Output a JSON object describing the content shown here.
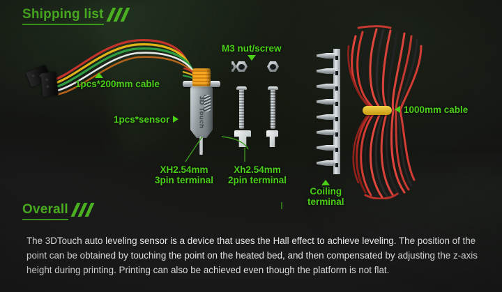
{
  "headings": {
    "shipping": "Shipping list",
    "overall": "Overall"
  },
  "labels": {
    "cable_200mm": "1pcs*200mm cable",
    "sensor": "1pcs*sensor",
    "m3_nut_screw": "M3 nut/screw",
    "cable_1000mm": "1000mm cable",
    "xh_3pin_line1": "XH2.54mm",
    "xh_3pin_line2": "3pin terminal",
    "xh_2pin_line1": "Xh2.54mm",
    "xh_2pin_line2": "2pin terminal",
    "coiling_line1": "Coiling",
    "coiling_line2": "terminal"
  },
  "product": {
    "sensor_body_text": "3D Touch"
  },
  "overall": {
    "paragraph": "The 3DTouch auto leveling sensor is a device that uses the Hall effect to achieve leveling. The position of the point can be obtained by touching the point on the heated bed, and then compensated by adjusting the z-axis height during printing. Printing can also be achieved even though the platform is not flat."
  },
  "colors": {
    "accent_green": "#4bcf18",
    "heading_green": "#4bb021",
    "background": "#151614",
    "body_text": "#e9e9e9",
    "sensor_coil_orange": "#f5a623",
    "cable_red": "#d93b33",
    "tie_yellow": "#f2d24a"
  }
}
